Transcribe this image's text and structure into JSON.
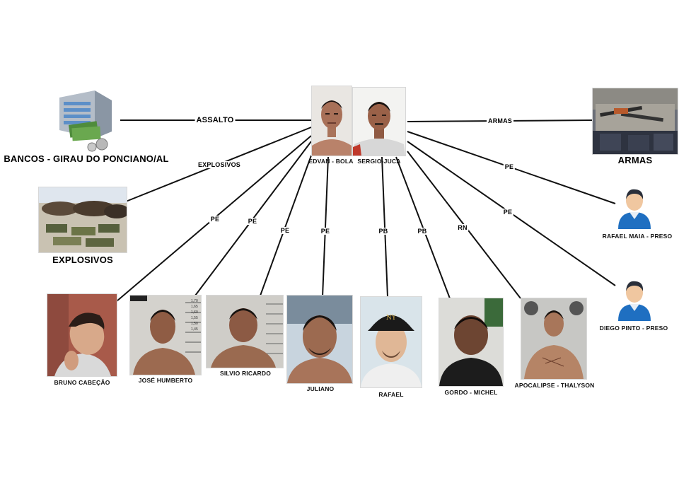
{
  "diagram": {
    "hub_left_label": "EDVAN - BOLA",
    "hub_right_label": "SERGIO-JUCA",
    "banks_label": "BANCOS - GIRAU DO PONCIANO/AL",
    "explosives_label": "EXPLOSIVOS",
    "weapons_label": "ARMAS",
    "edges": {
      "assalto": "ASSALTO",
      "explosivos": "EXPLOSIVOS",
      "armas": "ARMAS",
      "pe_rafael_maia": "PE",
      "pe_diego": "PE",
      "pe_bruno": "PE",
      "pe_jose": "PE",
      "pe_silvio": "PE",
      "pe_juliano": "PE",
      "pb_rafael": "PB",
      "pb_gordo": "PB",
      "rn_apocalipse": "RN"
    },
    "people": {
      "rafael_maia": "RAFAEL MAIA - PRESO",
      "diego_pinto": "DIEGO PINTO - PRESO",
      "bruno": "BRUNO CABEÇÃO",
      "jose": "JOSÉ HUMBERTO",
      "silvio": "SILVIO RICARDO",
      "juliano": "JULIANO",
      "rafael": "RAFAEL",
      "gordo": "GORDO - MICHEL",
      "apocalipse": "APOCALIPSE - THALYSON"
    },
    "height_marks": [
      "1,70",
      "1,65",
      "1,60",
      "1,55",
      "1,50",
      "1,45"
    ]
  },
  "colors": {
    "line": "#111111",
    "user_icon_blue": "#1f6fc1",
    "bank_gray": "#8a96a4"
  }
}
